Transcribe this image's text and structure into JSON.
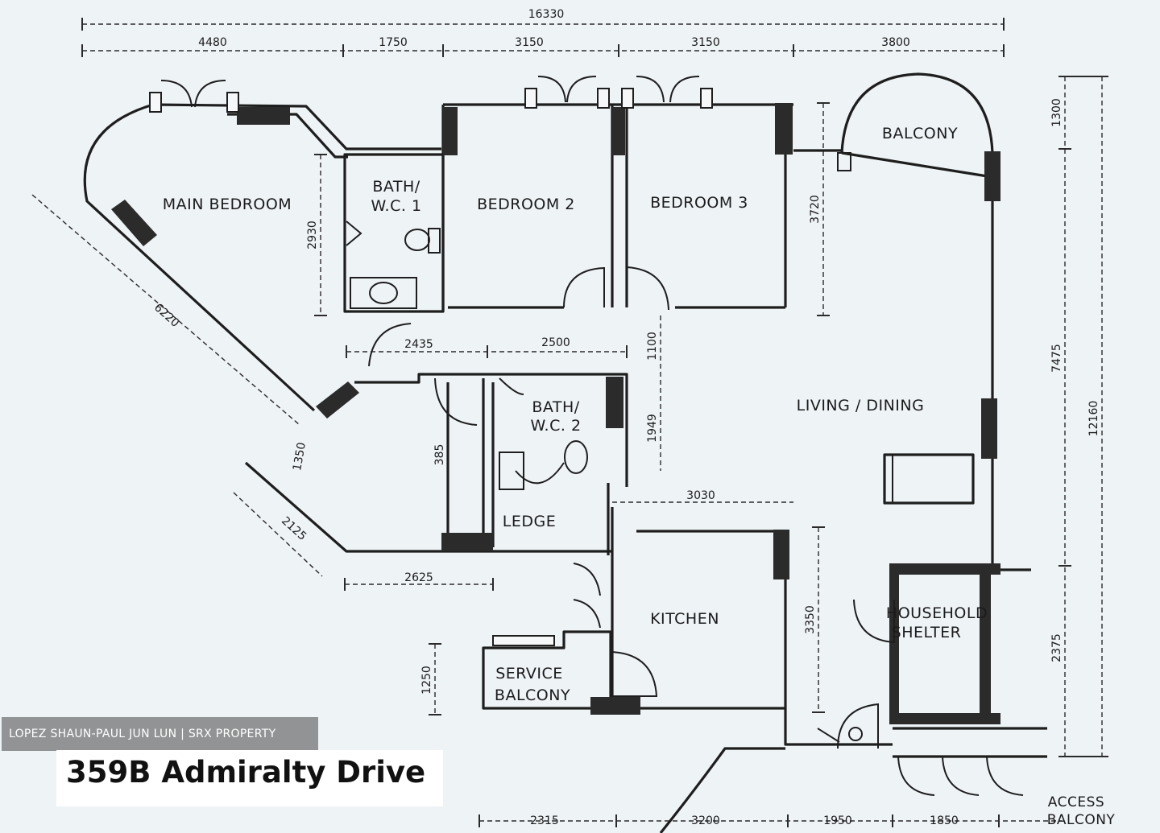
{
  "rooms": {
    "main_bedroom": "MAIN BEDROOM",
    "bath1_line1": "BATH/",
    "bath1_line2": "W.C. 1",
    "bedroom2": "BEDROOM 2",
    "bedroom3": "BEDROOM 3",
    "balcony": "BALCONY",
    "living_dining": "LIVING / DINING",
    "bath2_line1": "BATH/",
    "bath2_line2": "W.C. 2",
    "ledge": "LEDGE",
    "kitchen": "KITCHEN",
    "household_shelter_line1": "HOUSEHOLD",
    "household_shelter_line2": "SHELTER",
    "service_balcony_line1": "SERVICE",
    "service_balcony_line2": "BALCONY",
    "access_balcony_line1": "ACCESS",
    "access_balcony_line2": "BALCONY"
  },
  "dimensions": {
    "overall_width": "16330",
    "top_1": "4480",
    "top_2": "1750",
    "top_3": "3150",
    "top_4": "3150",
    "top_5": "3800",
    "right_1": "1300",
    "right_2": "7475",
    "right_overall": "12160",
    "right_3": "2375",
    "bath1_height": "2930",
    "bed3_height": "3720",
    "diagonal": "6220",
    "corridor_1": "2435",
    "corridor_2": "2500",
    "corridor_gap": "1100",
    "bath2_height": "1949",
    "wardrobe_depth": "385",
    "window_1": "1350",
    "window_2": "2125",
    "bottom_left": "2625",
    "kitchen_top": "3030",
    "kitchen_height": "3350",
    "service_height": "1250",
    "bottom_1": "2315",
    "bottom_2": "3200",
    "bottom_3": "1950",
    "bottom_4": "1850"
  },
  "credit": "LOPEZ SHAUN-PAUL JUN LUN | SRX PROPERTY",
  "address": "359B Admiralty Drive"
}
